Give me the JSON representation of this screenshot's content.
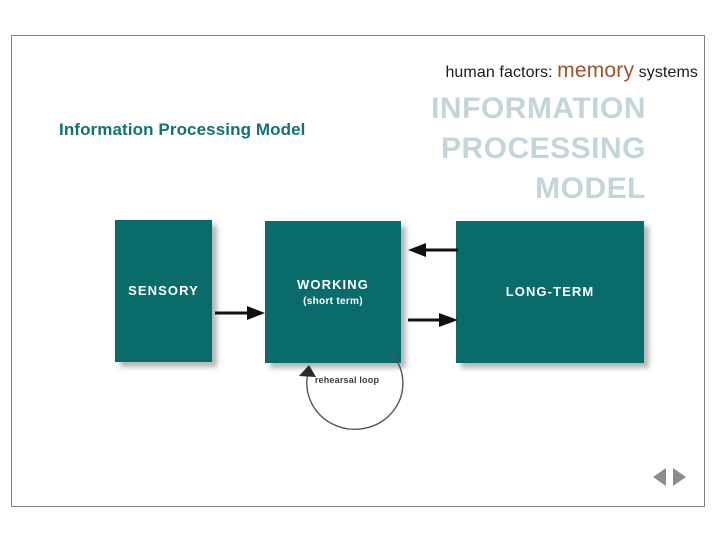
{
  "header": {
    "prefix": "human factors:",
    "accent": "memory",
    "suffix": "systems"
  },
  "watermark_title": {
    "line1": "INFORMATION",
    "line2": "PROCESSING",
    "line3": "MODEL",
    "color": "#c3d5d9"
  },
  "subtitle": {
    "text": "Information Processing Model",
    "color": "#127272"
  },
  "diagram": {
    "type": "flow",
    "box_color": "#0a6b6b",
    "boxes": [
      {
        "id": "sensory",
        "title": "SENSORY",
        "subtitle": ""
      },
      {
        "id": "working",
        "title": "WORKING",
        "subtitle": "(short term)"
      },
      {
        "id": "long-term",
        "title": "LONG-TERM",
        "subtitle": ""
      }
    ],
    "connections": [
      {
        "from": "sensory",
        "to": "working",
        "direction": "right"
      },
      {
        "from": "long-term",
        "to": "working",
        "direction": "left"
      },
      {
        "from": "working",
        "to": "long-term",
        "direction": "right"
      }
    ],
    "loop_label": "rehearsal loop"
  },
  "navigation": {
    "prev_label": "previous slide",
    "next_label": "next slide",
    "color": "#8c8c8c"
  }
}
